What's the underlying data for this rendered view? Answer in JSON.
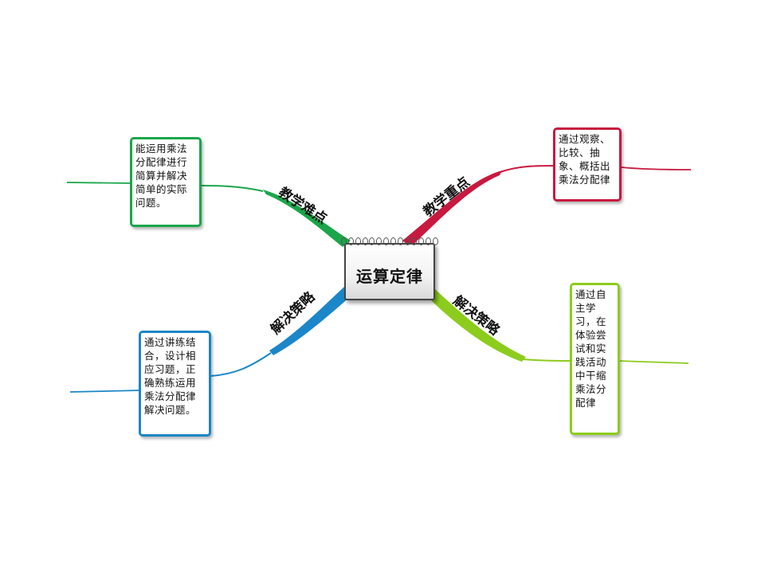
{
  "center": {
    "title": "运算定律"
  },
  "branches": [
    {
      "id": "top-left",
      "label": "教学难点",
      "color": "#1aa64a",
      "box_lines": [
        "能运用乘法",
        "分配律进行",
        "简算并解决",
        "简单的实际",
        "问题。"
      ]
    },
    {
      "id": "top-right",
      "label": "教学重点",
      "color": "#c8193f",
      "box_lines": [
        "通过观察、",
        "比较、抽",
        "象、概括出",
        "乘法分配律"
      ]
    },
    {
      "id": "bottom-left",
      "label": "解决策略",
      "color": "#1b86c8",
      "box_lines": [
        "通过讲练结",
        "合，设计相",
        "应习题，正",
        "确熟练运用",
        "乘法分配律",
        "解决问题。"
      ]
    },
    {
      "id": "bottom-right",
      "label": "解决策略",
      "color": "#8ccc1c",
      "box_lines": [
        "通过自",
        "主学",
        "习，在",
        "体验尝",
        "试和实",
        "践活动",
        "中干缩",
        "乘法分",
        "配律"
      ]
    }
  ]
}
